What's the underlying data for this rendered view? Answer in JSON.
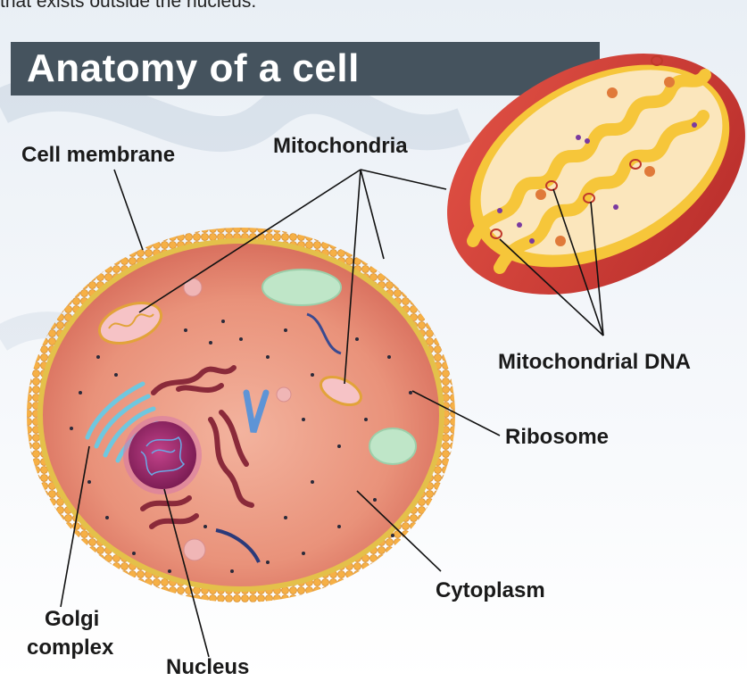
{
  "page": {
    "top_caption": "that exists outside the nucleus."
  },
  "title": "Anatomy of a cell",
  "labels": {
    "cell_membrane": "Cell membrane",
    "mitochondria": "Mitochondria",
    "mitochondrial_dna": "Mitochondrial DNA",
    "ribosome": "Ribosome",
    "cytoplasm": "Cytoplasm",
    "golgi_line1": "Golgi",
    "golgi_line2": "complex",
    "nucleus": "Nucleus"
  },
  "colors": {
    "banner": "#45535e",
    "cytoplasm": "#e58a72",
    "membrane": "#f2a94a",
    "mito_outer": "#d9403a",
    "mito_inner": "#f7c63a",
    "nucleus": "#a3286a",
    "golgi": "#7fd3e8",
    "vacuole": "#bfe6c8"
  }
}
